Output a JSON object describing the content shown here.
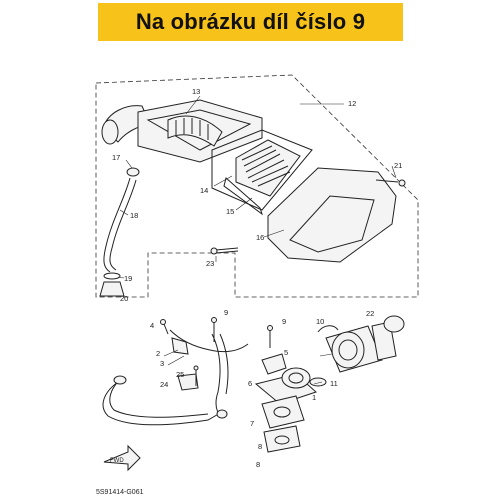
{
  "banner": {
    "text": "Na obrázku díl číslo 9",
    "background": "#f7c21a"
  },
  "diagram_code": "5S91414-G061",
  "fwd_label": "FWD",
  "callouts": [
    {
      "id": "c1",
      "label": "1"
    },
    {
      "id": "c2",
      "label": "2"
    },
    {
      "id": "c3",
      "label": "3"
    },
    {
      "id": "c4",
      "label": "4"
    },
    {
      "id": "c5",
      "label": "5"
    },
    {
      "id": "c6",
      "label": "6"
    },
    {
      "id": "c7",
      "label": "7"
    },
    {
      "id": "c8a",
      "label": "8"
    },
    {
      "id": "c8b",
      "label": "8"
    },
    {
      "id": "c9a",
      "label": "9"
    },
    {
      "id": "c9b",
      "label": "9"
    },
    {
      "id": "c10",
      "label": "10"
    },
    {
      "id": "c11",
      "label": "11"
    },
    {
      "id": "c12",
      "label": "12"
    },
    {
      "id": "c13",
      "label": "13"
    },
    {
      "id": "c14",
      "label": "14"
    },
    {
      "id": "c15",
      "label": "15"
    },
    {
      "id": "c16",
      "label": "16"
    },
    {
      "id": "c17",
      "label": "17"
    },
    {
      "id": "c18",
      "label": "18"
    },
    {
      "id": "c19",
      "label": "19"
    },
    {
      "id": "c20",
      "label": "20"
    },
    {
      "id": "c21",
      "label": "21"
    },
    {
      "id": "c22",
      "label": "22"
    },
    {
      "id": "c23",
      "label": "23"
    },
    {
      "id": "c24",
      "label": "24"
    },
    {
      "id": "c25",
      "label": "25"
    }
  ]
}
